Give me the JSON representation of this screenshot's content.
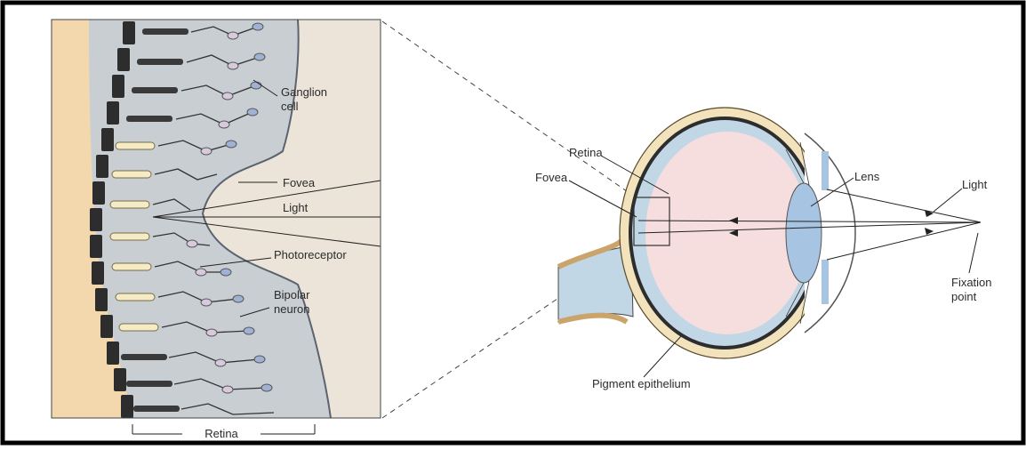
{
  "retina_detail": {
    "labels": {
      "ganglion_line1": "Ganglion",
      "ganglion_line2": "cell",
      "fovea": "Fovea",
      "light": "Light",
      "photoreceptor": "Photoreceptor",
      "bipolar_line1": "Bipolar",
      "bipolar_line2": "neuron",
      "retina_bracket": "Retina"
    }
  },
  "eye_diagram": {
    "labels": {
      "retina": "Retina",
      "fovea": "Fovea",
      "lens": "Lens",
      "light": "Light",
      "fixation_line1": "Fixation",
      "fixation_line2": "point",
      "pigment": "Pigment epithelium"
    }
  },
  "colors": {
    "border": "#000000",
    "tan_background": "#f3d8ae",
    "fluid_blue": "#c2d7e6",
    "gray_panel": "#c9ced2",
    "pale_panel": "#ece4d8",
    "lens_blue": "#a7c4e3",
    "vitreous_pink": "#f6dede",
    "choroid_dark": "#2d2d2d"
  }
}
